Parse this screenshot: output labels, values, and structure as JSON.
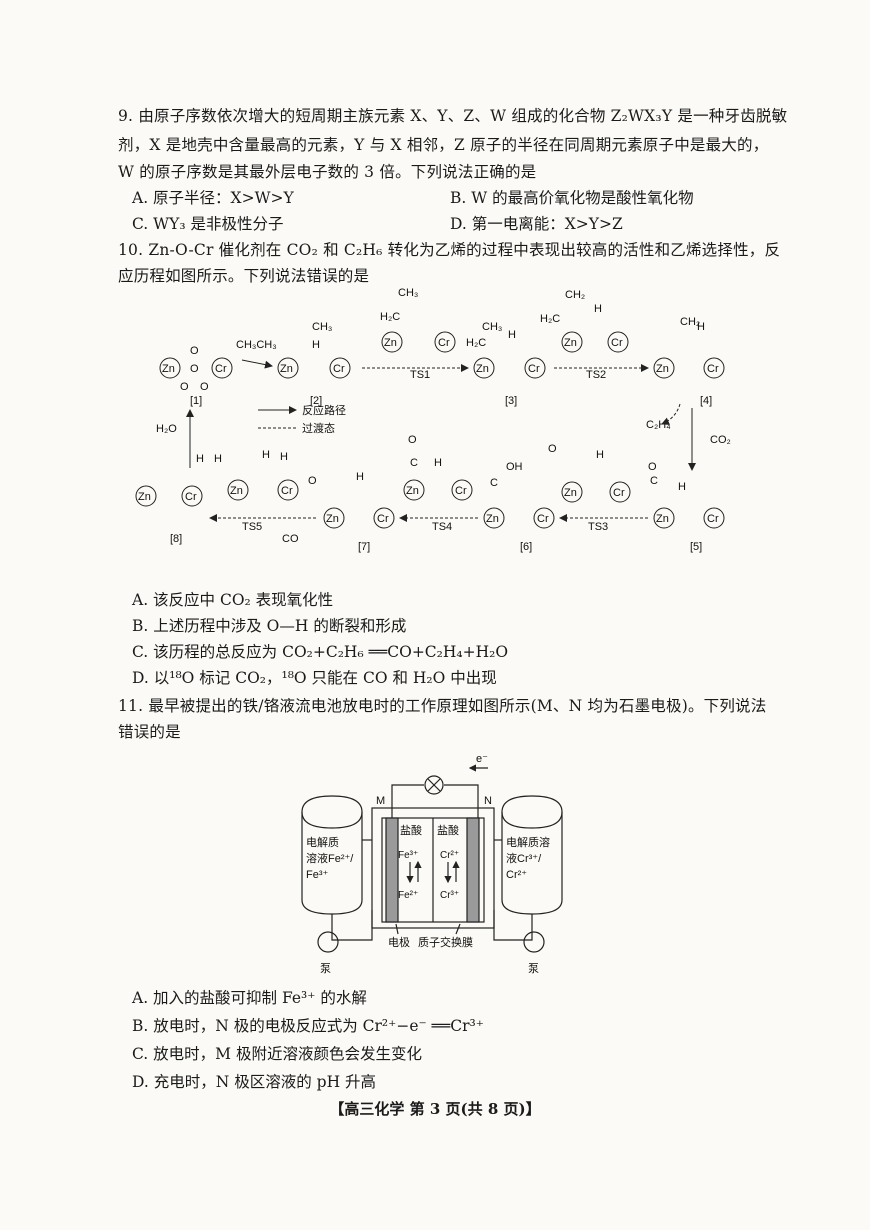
{
  "q9": {
    "line1": "9. 由原子序数依次增大的短周期主族元素 X、Y、Z、W 组成的化合物 Z₂WX₃Y 是一种牙齿脱敏",
    "line2": "剂，X 是地壳中含量最高的元素，Y 与 X 相邻，Z 原子的半径在同周期元素原子中是最大的，",
    "line3": "W 的原子序数是其最外层电子数的 3 倍。下列说法正确的是",
    "options": {
      "A": "A. 原子半径：X>W>Y",
      "B": "B. W 的最高价氧化物是酸性氧化物",
      "C": "C. WY₃ 是非极性分子",
      "D": "D. 第一电离能：X>Y>Z"
    }
  },
  "q10": {
    "line1": "10. Zn-O-Cr 催化剂在 CO₂ 和 C₂H₆ 转化为乙烯的过程中表现出较高的活性和乙烯选择性，反",
    "line2": "应历程如图所示。下列说法错误的是",
    "diagram": {
      "species": [
        "[1]",
        "[2]",
        "[3]",
        "[4]",
        "[5]",
        "[6]",
        "[7]",
        "[8]"
      ],
      "transition_states": [
        "TS1",
        "TS2",
        "TS3",
        "TS4",
        "TS5"
      ],
      "reagents": {
        "ethane": "CH₃CH₃",
        "ethylene": "C₂H₄",
        "co2": "CO₂",
        "co": "CO",
        "water": "H₂O"
      },
      "legend": {
        "path": "反应路径",
        "ts": "过渡态"
      },
      "atoms": {
        "zn": "Zn",
        "cr": "Cr",
        "o": "O",
        "h": "H",
        "c": "C",
        "ch3": "CH₃",
        "ch2": "CH₂",
        "h2c": "H₂C",
        "oh": "OH"
      }
    },
    "options": {
      "A": "A. 该反应中 CO₂ 表现氧化性",
      "B": "B. 上述历程中涉及 O—H 的断裂和形成",
      "C": "C. 该历程的总反应为 CO₂+C₂H₆ ══CO+C₂H₄+H₂O",
      "D": "D. 以¹⁸O 标记 CO₂，¹⁸O 只能在 CO 和 H₂O 中出现"
    }
  },
  "q11": {
    "line1": "11. 最早被提出的铁/铬液流电池放电时的工作原理如图所示(M、N 均为石墨电极)。下列说法",
    "line2": "错误的是",
    "diagram": {
      "electron": "e⁻",
      "m": "M",
      "n": "N",
      "left_tank": [
        "电解质",
        "溶液Fe²⁺/",
        "Fe³⁺"
      ],
      "right_tank": [
        "电解质溶",
        "液Cr³⁺/",
        "Cr²⁺"
      ],
      "acid_left": "盐酸",
      "acid_right": "盐酸",
      "fe3": "Fe³⁺",
      "fe2": "Fe²⁺",
      "cr2": "Cr²⁺",
      "cr3": "Cr³⁺",
      "electrode": "电极",
      "membrane": "质子交换膜",
      "pump_left": "泵",
      "pump_right": "泵"
    },
    "options": {
      "A": "A. 加入的盐酸可抑制 Fe³⁺ 的水解",
      "B": "B. 放电时，N 极的电极反应式为 Cr²⁺−e⁻ ══Cr³⁺",
      "C": "C. 放电时，M 极附近溶液颜色会发生变化",
      "D": "D. 充电时，N 极区溶液的 pH 升高"
    }
  },
  "footer": "【高三化学 第 3 页(共 8 页)】"
}
